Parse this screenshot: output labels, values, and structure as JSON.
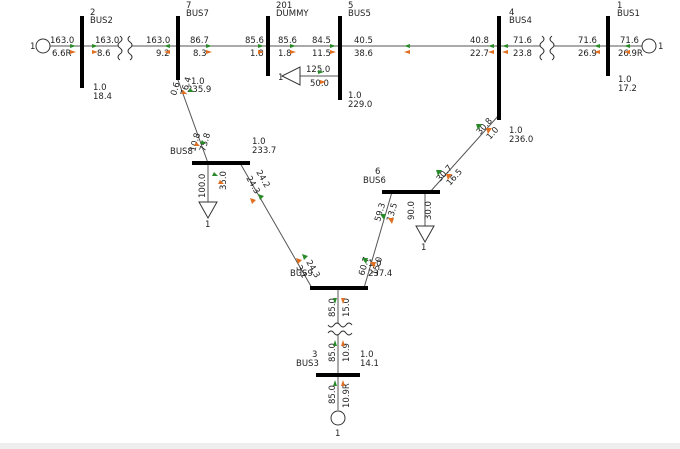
{
  "buses": {
    "bus2": {
      "number": "2",
      "name": "BUS2",
      "vpu": "1.0",
      "angle": "18.4"
    },
    "bus7": {
      "number": "7",
      "name": "BUS7",
      "vpu": "1.0",
      "angle": "235.9"
    },
    "bus201": {
      "number": "201",
      "name": "DUMMY"
    },
    "bus5": {
      "number": "5",
      "name": "BUS5",
      "vpu": "1.0",
      "angle": "229.0"
    },
    "bus4": {
      "number": "4",
      "name": "BUS4",
      "vpu": "1.0",
      "angle": "236.0"
    },
    "bus1": {
      "number": "1",
      "name": "BUS1",
      "vpu": "1.0",
      "angle": "17.2"
    },
    "bus8": {
      "name": "BUS8",
      "vpu": "1.0",
      "angle": "233.7"
    },
    "bus6": {
      "number": "6",
      "name": "BUS6"
    },
    "bus9": {
      "name": "BUS9",
      "vpu": "1.0",
      "angle": "237.4"
    },
    "bus3": {
      "number": "3",
      "name": "BUS3",
      "vpu": "1.0",
      "angle": "14.1"
    }
  },
  "generators": {
    "g2": {
      "id": "1",
      "p": "163.0",
      "q": "6.6R"
    },
    "g1": {
      "id": "1",
      "p": "71.6",
      "q": "26.9R"
    },
    "g3": {
      "id": "1",
      "p": "85.0",
      "q": "10.9R"
    }
  },
  "loads": {
    "l5": {
      "id": "1",
      "p": "125.0",
      "q": "50.0"
    },
    "l8": {
      "id": "1",
      "p": "100.0",
      "q": "35.0"
    },
    "l6": {
      "id": "1",
      "p": "90.0",
      "q": "30.0"
    }
  },
  "flows": {
    "b2_tx_p": "163.0",
    "b2_tx_q": "8.6",
    "b7_tx_p": "163.0",
    "b7_tx_q": "9.2",
    "b7_201_p": "86.7",
    "b7_201_q": "8.3",
    "b201_7_p": "85.6",
    "b201_7_q": "1.8",
    "b201_5_p": "85.6",
    "b201_5_q": "1.8",
    "b5_201_p": "84.5",
    "b5_201_q": "11.5",
    "b5_4_p": "40.5",
    "b5_4_q": "38.6",
    "b4_5_p": "40.8",
    "b4_5_q": "22.7",
    "b4_tx_p": "71.6",
    "b4_tx_q": "23.8",
    "b1_tx_p": "71.6",
    "b1_tx_q": "26.9",
    "b7_8_p": "76.4",
    "b7_8_q": "0.6",
    "b8_7_p": "75.8",
    "b8_7_q": "10.8",
    "b8_9_p": "24.2",
    "b8_9_q": "24.3",
    "b9_8_p": "24.3",
    "b9_8_q": "3.1",
    "b9_6_p": "60.7",
    "b9_6_q": "15.0",
    "b6_9_p": "59.3",
    "b6_9_q": "13.5",
    "b6_4_p": "30.7",
    "b6_4_q": "16.5",
    "b4_6_p": "30.8",
    "b4_6_q": "1.0",
    "b9_tx_p": "85.0",
    "b9_tx_q": "15.0",
    "b3_tx_p": "85.0",
    "b3_tx_q": "10.9"
  }
}
